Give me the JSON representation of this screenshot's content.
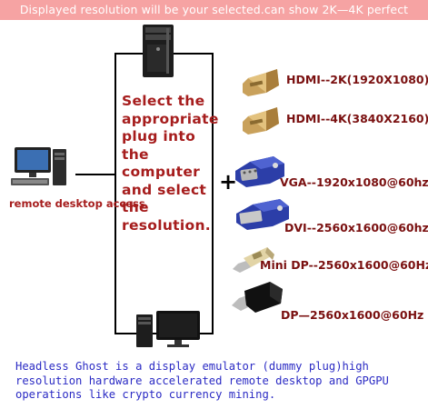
{
  "banner": {
    "text": "Displayed resolution will be your selected.can show 2K—4K perfect"
  },
  "instructions": {
    "lines": [
      "Select the",
      "appropriate",
      "plug into",
      "the",
      "computer",
      "and select",
      "the",
      "resolution."
    ]
  },
  "remote": {
    "label": "remote desktop access"
  },
  "plus": "+",
  "plugs": [
    {
      "label": "HDMI--2K(1920X1080)",
      "icon": "hdmi-plug-icon"
    },
    {
      "label": "HDMI--4K(3840X2160)",
      "icon": "hdmi-plug-icon"
    },
    {
      "label": "VGA--1920x1080@60hz",
      "icon": "vga-plug-icon"
    },
    {
      "label": "DVI--2560x1600@60hz",
      "icon": "dvi-plug-icon"
    },
    {
      "label": "Mini DP--2560x1600@60Hz",
      "icon": "mini-dp-plug-icon"
    },
    {
      "label": "DP—2560x1600@60Hz",
      "icon": "displayport-plug-icon"
    }
  ],
  "colors": {
    "banner": "#f6a3a3",
    "instructions": "#a61d1d",
    "plug_labels": "#7a1010",
    "footer": "#2b2bc4"
  },
  "footer": {
    "lines": [
      "Headless Ghost is a display emulator (dummy plug)high",
      "resolution hardware accelerated remote desktop and GPGPU",
      "operations like crypto currency mining."
    ]
  }
}
